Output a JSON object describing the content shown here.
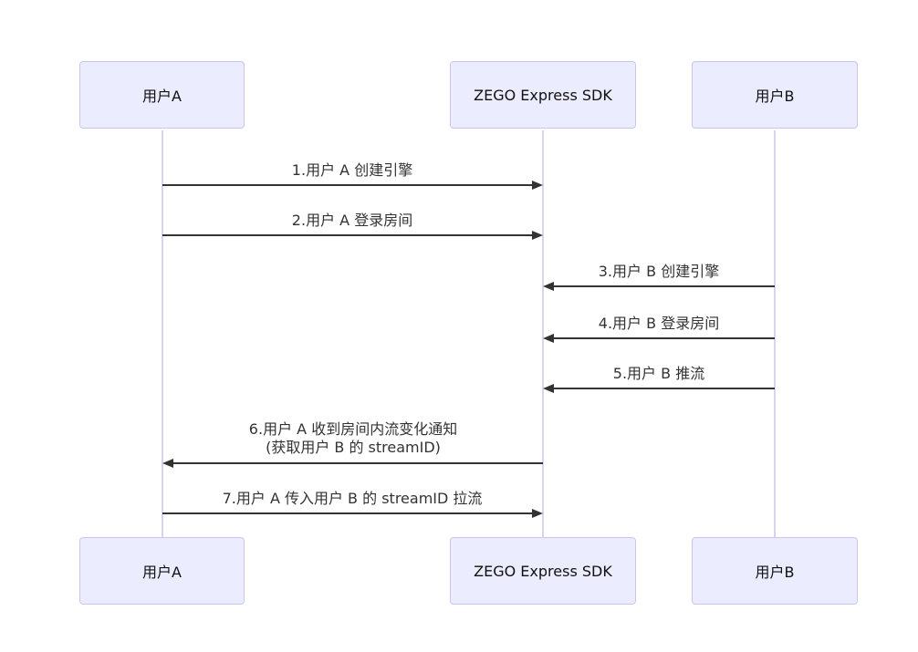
{
  "palette": {
    "background": "#ffffff",
    "actor_fill": "#ececff",
    "actor_border": "#c9c5ee",
    "lifeline": "#d8d4f0",
    "arrow": "#333333",
    "message_text": "#333333"
  },
  "actors": [
    {
      "id": "user-a",
      "label": "用户A"
    },
    {
      "id": "sdk",
      "label": "ZEGO Express SDK"
    },
    {
      "id": "user-b",
      "label": "用户B"
    }
  ],
  "messages": [
    {
      "num": 1,
      "label": "1.用户 A 创建引擎",
      "from": "用户A",
      "to": "ZEGO Express SDK",
      "direction": "right"
    },
    {
      "num": 2,
      "label": "2.用户 A 登录房间",
      "from": "用户A",
      "to": "ZEGO Express SDK",
      "direction": "right"
    },
    {
      "num": 3,
      "label": "3.用户 B 创建引擎",
      "from": "用户B",
      "to": "ZEGO Express SDK",
      "direction": "left"
    },
    {
      "num": 4,
      "label": "4.用户 B 登录房间",
      "from": "用户B",
      "to": "ZEGO Express SDK",
      "direction": "left"
    },
    {
      "num": 5,
      "label": "5.用户 B 推流",
      "from": "用户B",
      "to": "ZEGO Express SDK",
      "direction": "left"
    },
    {
      "num": 6,
      "label": "6.用户 A 收到房间内流变化通知",
      "label2": "(获取用户 B 的 streamID)",
      "from": "ZEGO Express SDK",
      "to": "用户A",
      "direction": "left"
    },
    {
      "num": 7,
      "label": "7.用户 A 传入用户 B 的 streamID 拉流",
      "from": "用户A",
      "to": "ZEGO Express SDK",
      "direction": "right"
    }
  ]
}
